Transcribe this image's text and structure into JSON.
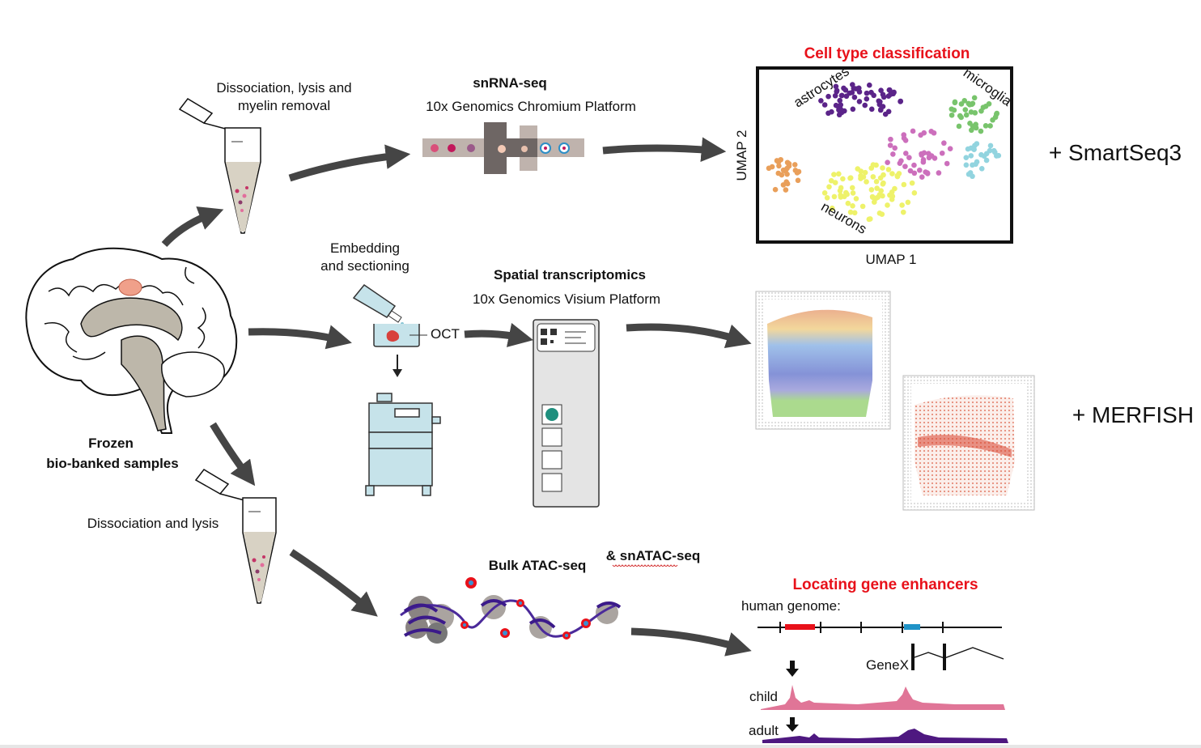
{
  "top_branch": {
    "step_label_line1": "Dissociation, lysis and",
    "step_label_line2": "myelin removal",
    "method_title": "snRNA-seq",
    "platform": "10x Genomics Chromium Platform"
  },
  "umap_panel": {
    "title": "Cell type classification",
    "xlabel": "UMAP 1",
    "ylabel": "UMAP 2",
    "clusters": [
      {
        "label": "astrocytes",
        "color": "#5b2489"
      },
      {
        "label": "microglia",
        "color": "#78c46c"
      },
      {
        "label": "",
        "color": "#cc6fbc"
      },
      {
        "label": "",
        "color": "#92d4df"
      },
      {
        "label": "",
        "color": "#e99f5a"
      },
      {
        "label": "neurons",
        "color": "#eef26a"
      }
    ],
    "addon": "+ SmartSeq3"
  },
  "middle_branch": {
    "step_label_line1": "Embedding",
    "step_label_line2": "and sectioning",
    "oct_label": "OCT",
    "method_title": "Spatial transcriptomics",
    "platform": "10x Genomics Visium Platform",
    "addon": "+ MERFISH"
  },
  "source": {
    "line1": "Frozen",
    "line2": "bio-banked samples"
  },
  "bottom_branch": {
    "step_label": "Dissociation and lysis",
    "method_title": "Bulk ATAC-seq",
    "method_extra": "& snATAC-seq"
  },
  "enhancer_panel": {
    "title": "Locating gene enhancers",
    "genome_label": "human genome:",
    "gene_label": "GeneX",
    "tracks": [
      {
        "label": "child",
        "color": "#e07597"
      },
      {
        "label": "adult",
        "color": "#4e1880"
      }
    ],
    "enhancer_color": "#e8111a",
    "gene_color": "#1f93c7"
  }
}
